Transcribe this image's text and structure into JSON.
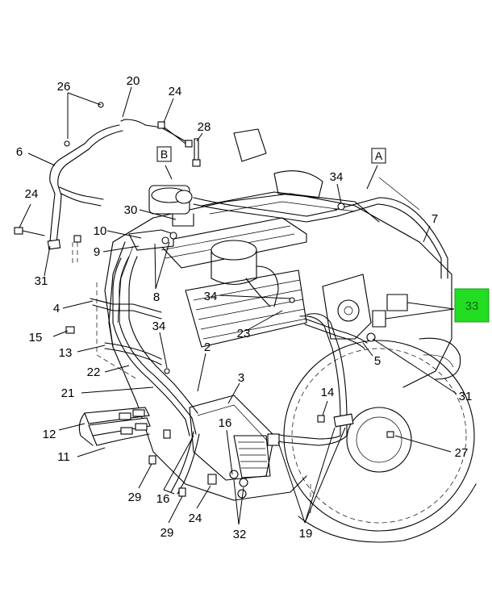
{
  "callouts": {
    "c26": "26",
    "c20": "20",
    "c24a": "24",
    "c28": "28",
    "c6": "6",
    "cB": "B",
    "cA": "A",
    "c34a": "34",
    "c24b": "24",
    "c30": "30",
    "c7": "7",
    "c10": "10",
    "c9": "9",
    "c31a": "31",
    "c8": "8",
    "c4": "4",
    "c34b": "34",
    "c33": "33",
    "c15": "15",
    "c23": "23",
    "c34c": "34",
    "c13": "13",
    "c2": "2",
    "c5": "5",
    "c22": "22",
    "c3": "3",
    "c31b": "31",
    "c21": "21",
    "c14": "14",
    "c16a": "16",
    "c12": "12",
    "c27": "27",
    "c11": "11",
    "c29a": "29",
    "c16b": "16",
    "c24c": "24",
    "c29b": "29",
    "c32": "32",
    "c19": "19"
  },
  "highlight": {
    "color": "#22dd22",
    "text_color": "#1a6a1a"
  }
}
